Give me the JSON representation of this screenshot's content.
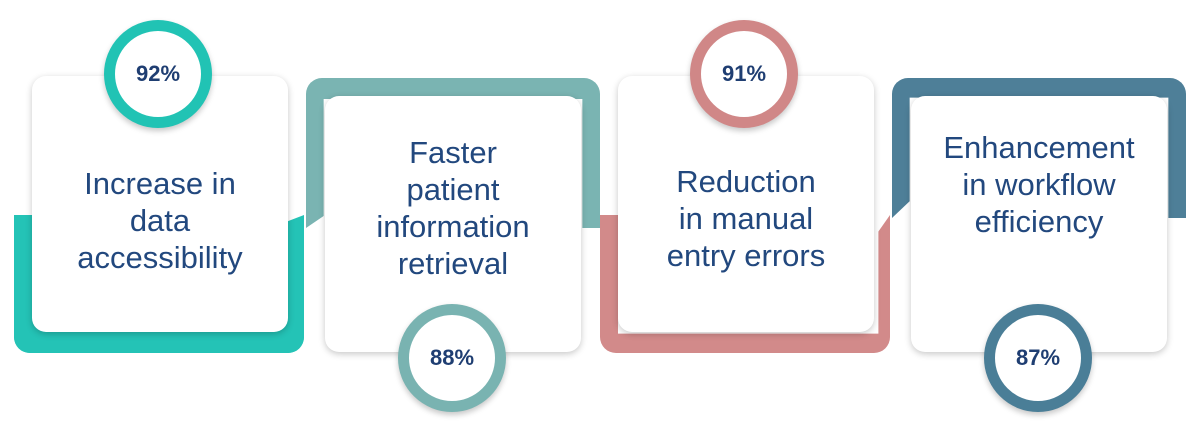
{
  "cards": [
    {
      "percent": "92%",
      "lines": [
        "Increase in",
        "data",
        "accessibility"
      ],
      "color": "#24c3b6"
    },
    {
      "percent": "88%",
      "lines": [
        "Faster",
        "patient",
        "information",
        "retrieval"
      ],
      "color": "#7ab4b2"
    },
    {
      "percent": "91%",
      "lines": [
        "Reduction",
        "in manual",
        "entry errors"
      ],
      "color": "#d28a8a"
    },
    {
      "percent": "87%",
      "lines": [
        "Enhancement",
        "in workflow",
        "efficiency"
      ],
      "color": "#4e7f98"
    }
  ]
}
